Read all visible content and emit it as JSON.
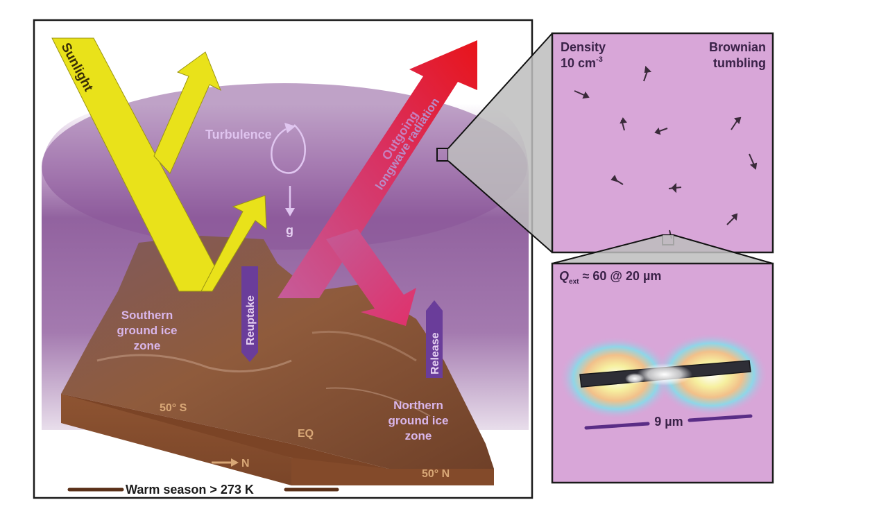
{
  "main_panel": {
    "sunlight": "Sunlight",
    "turbulence": "Turbulence",
    "gravity": "g",
    "outgoing_line1": "Outgoing",
    "outgoing_line2": "longwave radiation",
    "reuptake": "Reuptake",
    "release": "Release",
    "southern_zone": [
      "Southern",
      "ground ice",
      "zone"
    ],
    "northern_zone": [
      "Northern",
      "ground ice",
      "zone"
    ],
    "lat_south": "50° S",
    "equator": "EQ",
    "north_dir": "N",
    "lat_north": "50° N",
    "warm_season": "Warm season > 273 K"
  },
  "top_inset": {
    "density_line1": "Density",
    "density_line2": "10 cm",
    "density_exp": "-3",
    "brownian_line1": "Brownian",
    "brownian_line2": "tumbling"
  },
  "bottom_inset": {
    "q_symbol": "Q",
    "q_sub": "ext",
    "q_rest": " ≈ 60 @ 20 µm",
    "scale_label": "9 µm"
  },
  "colors": {
    "sunlight": "#e9e21a",
    "outgoing": "#e01a22",
    "haze": "#8e5a9c",
    "terrain": "#8a5232",
    "inset_bg": "#d8a6d8",
    "label_purple": "#d9b6ea",
    "marker_purple": "#6a3d9a"
  }
}
